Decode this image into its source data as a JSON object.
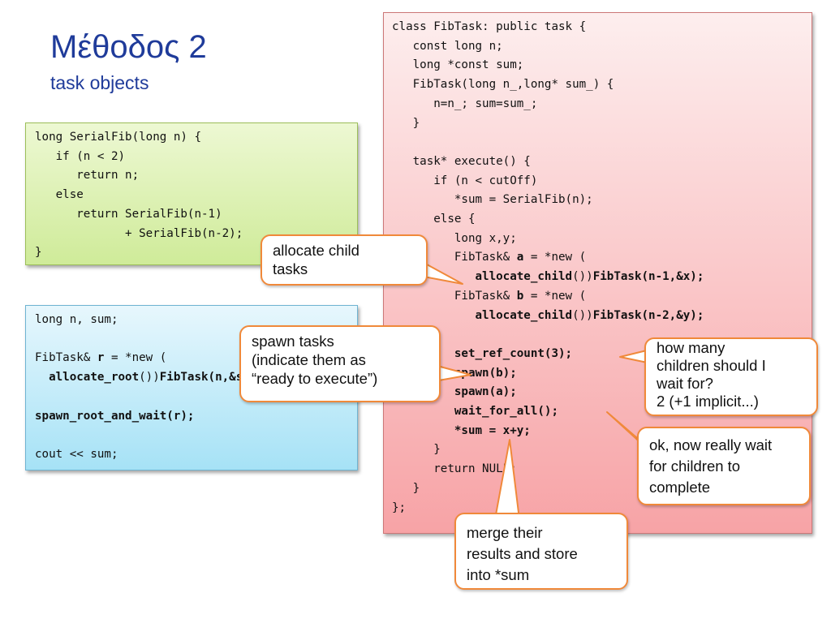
{
  "slide": {
    "title": "Μέθοδος 2",
    "subtitle": "task objects"
  },
  "serial_fib": {
    "lines": [
      "long SerialFib(long n) {",
      "   if (n < 2)",
      "      return n;",
      "   else",
      "      return SerialFib(n-1)",
      "             + SerialFib(n-2);",
      "}"
    ]
  },
  "main_code": {
    "line1": "long n, sum;",
    "line2_pre": "FibTask& ",
    "line2_bold": "r",
    "line2_post": " = *new (",
    "line3_indent": "  ",
    "line3_bold1": "allocate_root",
    "line3_mid": "())",
    "line3_bold2": "FibTask(n,&sum);",
    "line4": "spawn_root_and_wait(r);",
    "line5": "cout << sum;"
  },
  "fibtask_code": {
    "l01": "class FibTask: public task {",
    "l02": "   const long n;",
    "l03": "   long *const sum;",
    "l04": "   FibTask(long n_,long* sum_) {",
    "l05": "      n=n_; sum=sum_;",
    "l06": "   }",
    "l07": "   task* execute() {",
    "l08": "      if (n < cutOff)",
    "l09": "         *sum = SerialFib(n);",
    "l10": "      else {",
    "l11": "         long x,y;",
    "l12_pre": "         FibTask& ",
    "l12_bold": "a",
    "l12_post": " = *new (",
    "l13_indent": "            ",
    "l13_bold1": "allocate_child",
    "l13_mid": "())",
    "l13_bold2": "FibTask(n-1,&x);",
    "l14_pre": "         FibTask& ",
    "l14_bold": "b",
    "l14_post": " = *new (",
    "l15_indent": "            ",
    "l15_bold1": "allocate_child",
    "l15_mid": "())",
    "l15_bold2": "FibTask(n-2,&y);",
    "l16_indent": "         ",
    "l16": "set_ref_count(3);",
    "l17_indent": "         ",
    "l17": "spawn(b);",
    "l18_indent": "         ",
    "l18": "spawn(a);",
    "l19_indent": "         ",
    "l19": "wait_for_all();",
    "l20_indent": "         ",
    "l20": "*sum = x+y;",
    "l21": "      }",
    "l22": "      return NULL;",
    "l23": "   }",
    "l24": "};"
  },
  "callouts": {
    "allocate": "allocate child\ntasks",
    "spawn": "spawn tasks\n(indicate them as\n“ready to execute”)",
    "how_many": "how many\nchildren should I\nwait for?\n2 (+1 implicit...)",
    "wait": "ok, now really wait\nfor children to\ncomplete",
    "merge": "merge their\nresults and store\ninto *sum"
  },
  "colors": {
    "title": "#1f3b9a",
    "callout_border": "#f0893a",
    "green_box": "#cfeb99",
    "blue_box": "#a6e2f6",
    "red_box": "#f7a3a6"
  }
}
